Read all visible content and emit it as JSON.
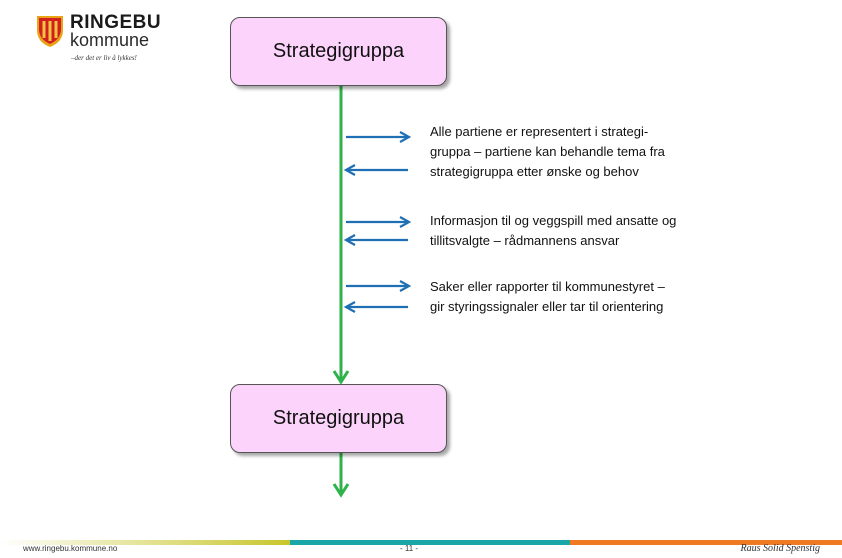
{
  "logo": {
    "name": "RINGEBU",
    "sub": "kommune",
    "tagline": "–der det er liv å lykkes!"
  },
  "diagram": {
    "top_box": "Strategigruppa",
    "bottom_box": "Strategigruppa",
    "notes": [
      {
        "lines": [
          "Alle partiene er representert i strategi-",
          "gruppa – partiene kan behandle tema fra",
          "strategigruppa etter ønske og behov"
        ]
      },
      {
        "lines": [
          "Informasjon til og veggspill med ansatte og",
          "tillitsvalgte – rådmannens ansvar"
        ]
      },
      {
        "lines": [
          "Saker eller rapporter til kommunestyret –",
          "gir styringssignaler eller tar til orientering"
        ]
      }
    ]
  },
  "footer": {
    "url": "www.ringebu.kommune.no",
    "page": "- 11 -",
    "motto": "Raus Solid Spenstig"
  },
  "colors": {
    "box_fill": "#fbd3fb",
    "flow_line": "#2db34a",
    "side_arrows": "#1f6fb5",
    "footer_yellow": "#c8c62c",
    "footer_teal": "#1aa6a6",
    "footer_orange": "#ef7a22"
  }
}
